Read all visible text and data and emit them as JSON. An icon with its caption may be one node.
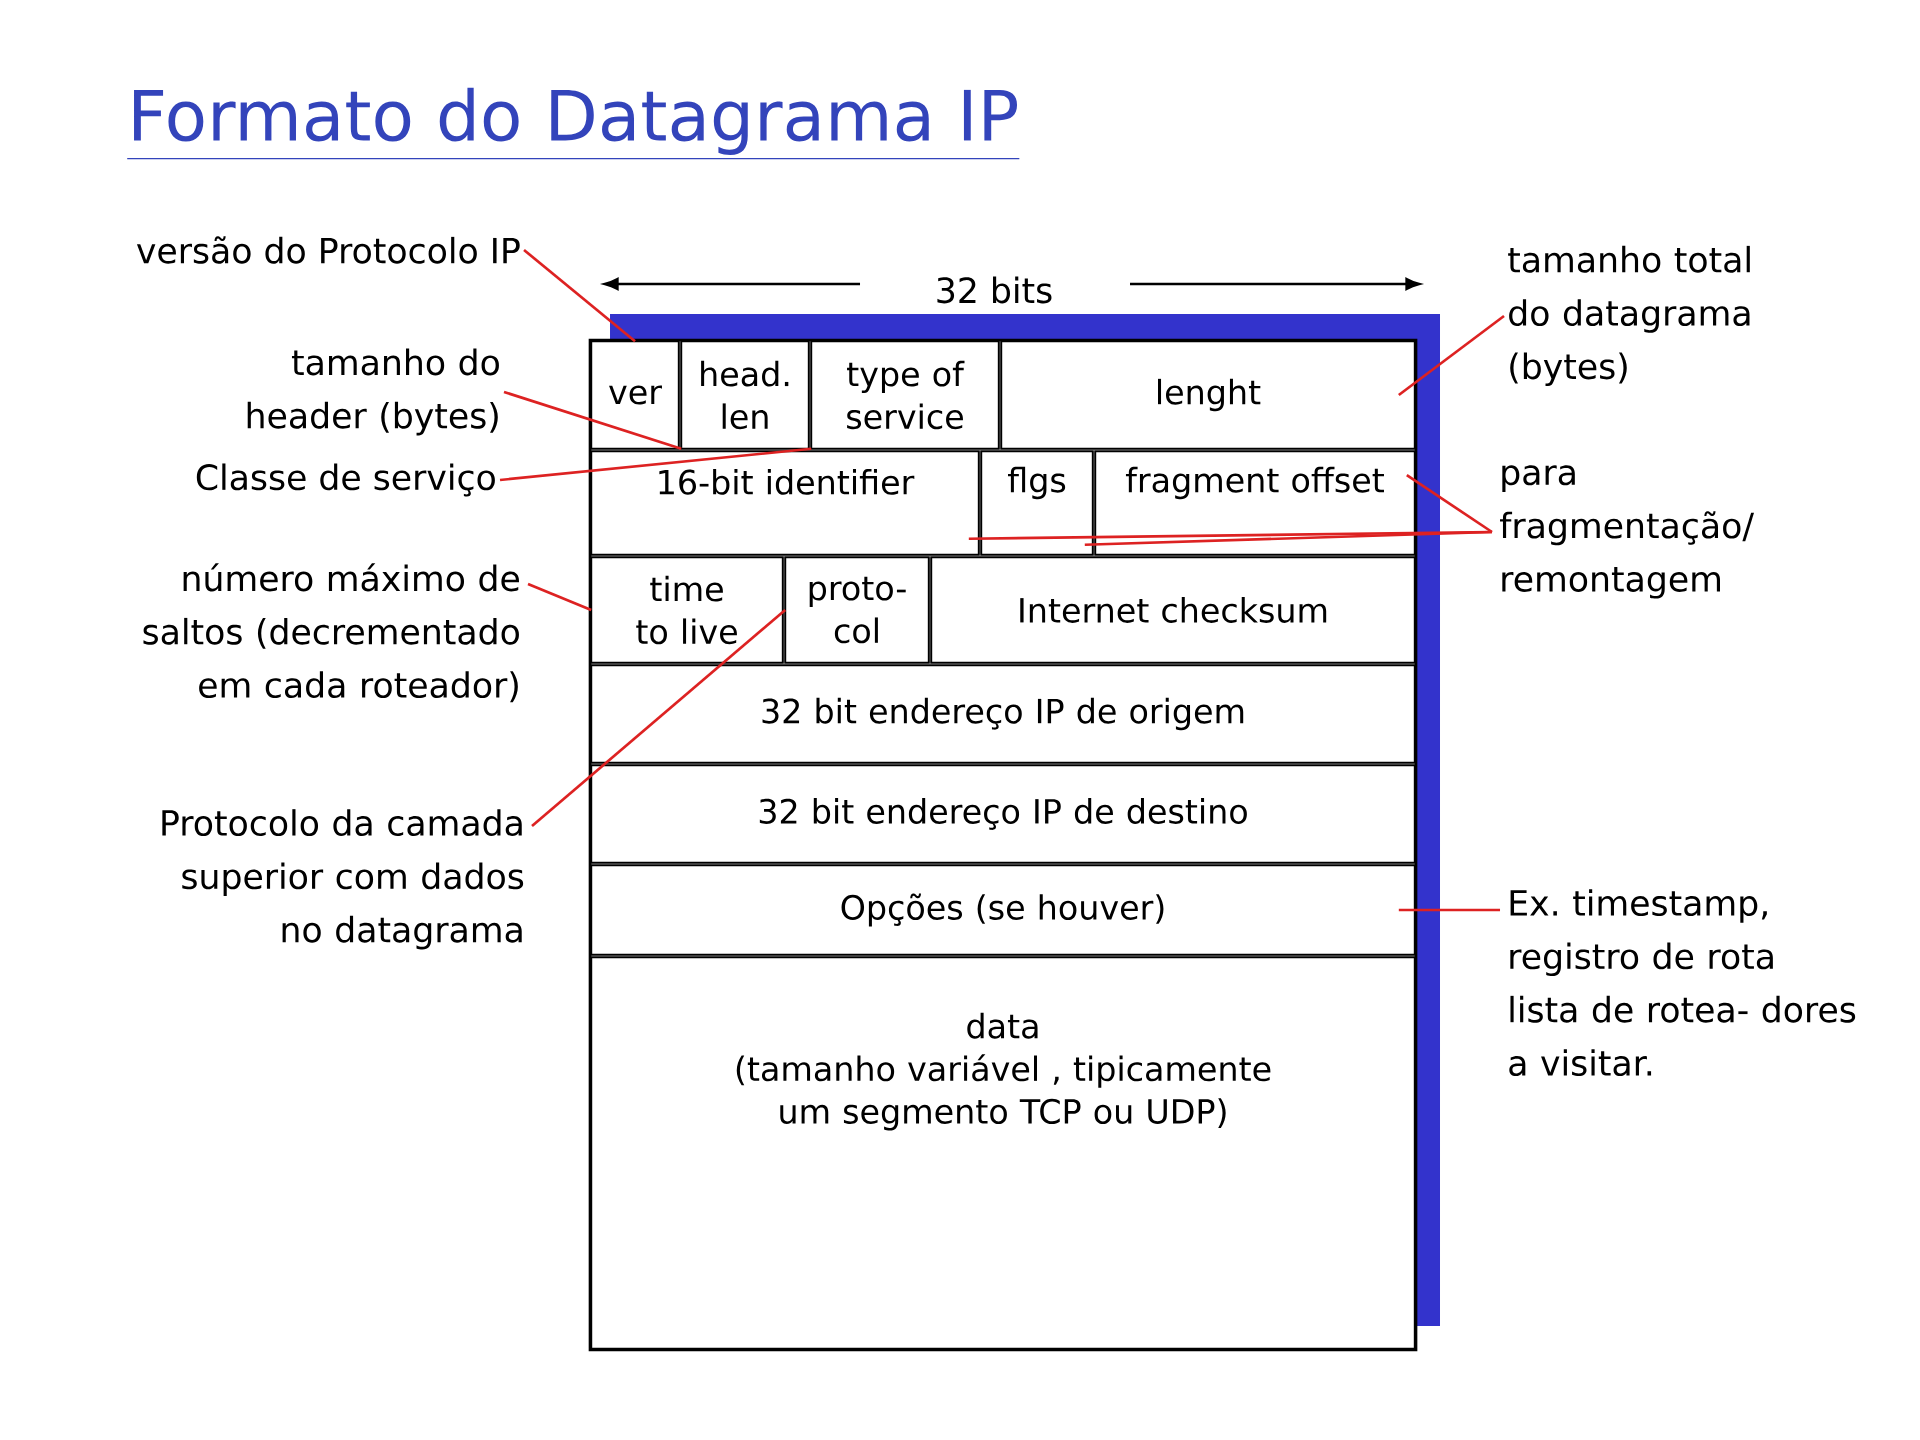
{
  "diagram": {
    "title": "Formato do Datagrama IP",
    "nodes": [
      {
        "text": [
          "ver"
        ]
      },
      {
        "text": [
          "head. len"
        ]
      },
      {
        "text": [
          "type of service"
        ]
      },
      {
        "text": [
          "lenght"
        ]
      },
      {
        "text": [
          "16-bit identifier"
        ]
      },
      {
        "text": [
          "flgs"
        ]
      },
      {
        "text": [
          "fragment offset"
        ]
      },
      {
        "text": [
          "time to live"
        ]
      },
      {
        "text": [
          "proto- col"
        ]
      },
      {
        "text": [
          "Internet checksum"
        ]
      },
      {
        "text": [
          "32 bit endereço IP de origem"
        ]
      },
      {
        "text": [
          "32 bit endereço IP de destino"
        ]
      },
      {
        "text": [
          "Opções (se houver)"
        ]
      },
      {
        "text": [
          "data",
          "(tamanho variável , tipicamente um segmento TCP ou UDP)"
        ]
      },
      {
        "text": [
          "versão do Protocolo IP"
        ]
      },
      {
        "text": [
          "tamanho do header (bytes)"
        ]
      },
      {
        "text": [
          "Classe de serviço"
        ]
      },
      {
        "text": [
          "número máximo de saltos (decrementado em cada roteador)"
        ]
      },
      {
        "text": [
          "Protocolo da camada superior com dados no datagrama"
        ]
      },
      {
        "text": [
          "tamanho total do datagrama (bytes)"
        ]
      },
      {
        "text": [
          "para fragmentação/ remontagem"
        ]
      },
      {
        "text": [
          "Ex. timestamp, registro de rota lista de rotea- dores a visitar."
        ]
      }
    ],
    "edges": [
      {
        "from": 14,
        "to": 0,
        "arrow": "none"
      },
      {
        "from": 15,
        "to": 1,
        "arrow": "none"
      },
      {
        "from": 16,
        "to": 2,
        "arrow": "none"
      },
      {
        "from": 17,
        "to": 7,
        "arrow": "none"
      },
      {
        "from": 18,
        "to": 8,
        "arrow": "none"
      },
      {
        "from": 19,
        "to": 3,
        "arrow": "none"
      },
      {
        "from": 20,
        "to": 6,
        "arrow": "none"
      },
      {
        "from": 20,
        "to": 4,
        "arrow": "none"
      },
      {
        "from": 20,
        "to": 5,
        "arrow": "none"
      },
      {
        "from": 21,
        "to": 12,
        "arrow": "none"
      }
    ],
    "labels": [
      "32 bits"
    ]
  }
}
